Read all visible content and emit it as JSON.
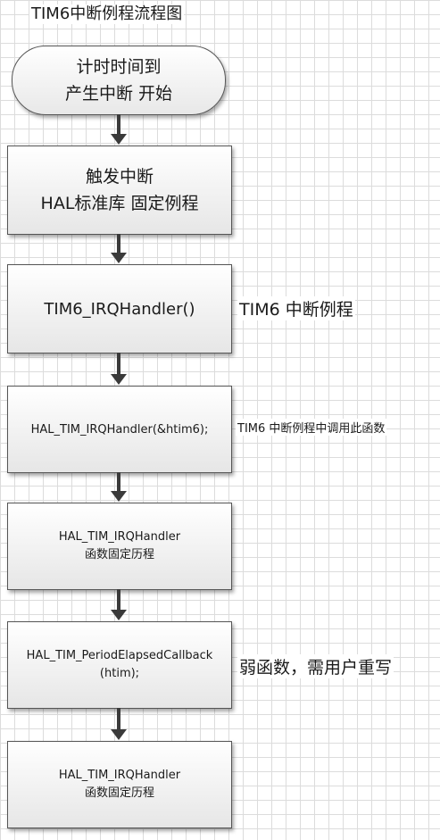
{
  "title": "TIM6中断例程流程图",
  "start": {
    "line1": "计时时间到",
    "line2": "产生中断 开始"
  },
  "steps": [
    {
      "line1": "触发中断",
      "line2": "HAL标准库 固定例程"
    },
    {
      "line1": "TIM6_IRQHandler()"
    },
    {
      "line1": "HAL_TIM_IRQHandler(&htim6);"
    },
    {
      "line1": "HAL_TIM_IRQHandler",
      "line2": "函数固定历程"
    },
    {
      "line1": "HAL_TIM_PeriodElapsedCallback",
      "line2": "(htim);"
    },
    {
      "line1": "HAL_TIM_IRQHandler",
      "line2": "函数固定历程"
    }
  ],
  "notes": {
    "tim6_irq": "TIM6 中断例程",
    "hal_irq": "TIM6 中断例程中调用此函数",
    "callback": "弱函数，需用户重写"
  }
}
